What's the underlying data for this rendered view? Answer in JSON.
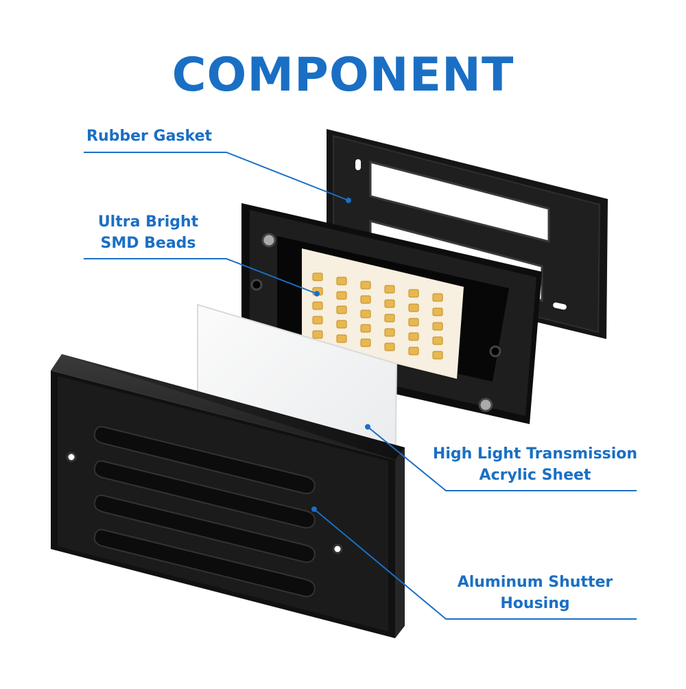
{
  "title": "COMPONENT",
  "accent_color": "#1a6fc4",
  "callouts": {
    "rubber_gasket": "Rubber Gasket",
    "smd_beads_line1": "Ultra Bright",
    "smd_beads_line2": "SMD Beads",
    "acrylic_line1": "High Light Transmission",
    "acrylic_line2": "Acrylic Sheet",
    "housing_line1": "Aluminum Shutter",
    "housing_line2": "Housing"
  },
  "parts": [
    "rubber-gasket",
    "led-module",
    "acrylic-sheet",
    "shutter-housing"
  ]
}
